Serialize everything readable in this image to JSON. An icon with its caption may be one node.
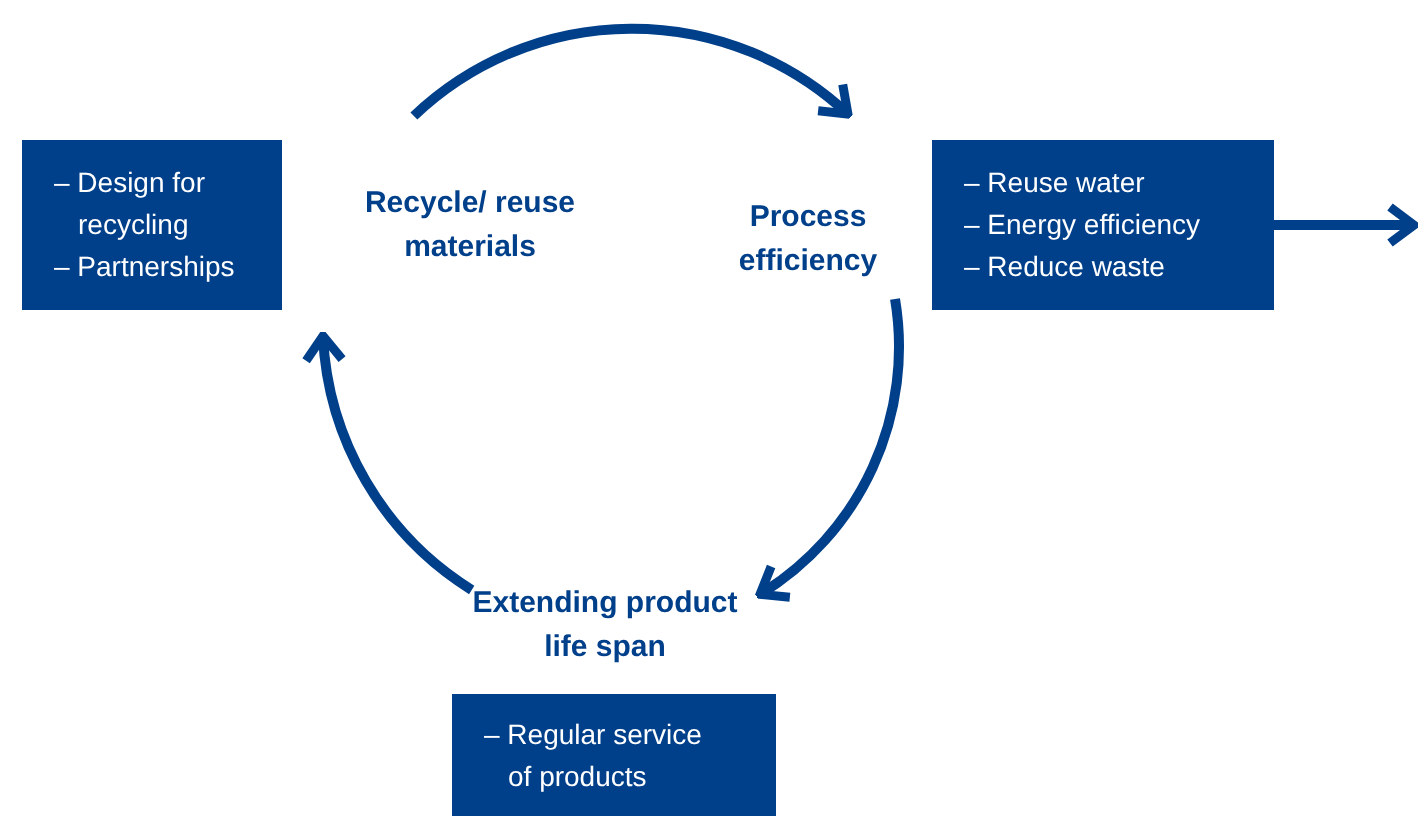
{
  "diagram": {
    "nodes": [
      {
        "text": [
          "Recycle/ reuse materials"
        ]
      },
      {
        "text": [
          "Process efficiency"
        ]
      },
      {
        "text": [
          "Extending product life span"
        ]
      },
      {
        "text": [
          "– Design for recycling",
          "– Partnerships"
        ]
      },
      {
        "text": [
          "– Reuse water",
          "– Energy efficiency",
          "– Reduce waste"
        ]
      },
      {
        "text": [
          "– Regular service of products"
        ]
      }
    ],
    "edges": [
      {
        "from": 0,
        "to": 1,
        "arrow": "to"
      },
      {
        "from": 1,
        "to": 2,
        "arrow": "to"
      },
      {
        "from": 2,
        "to": 0,
        "arrow": "to"
      },
      {
        "from": 4,
        "to": null,
        "arrow": "to"
      }
    ]
  }
}
